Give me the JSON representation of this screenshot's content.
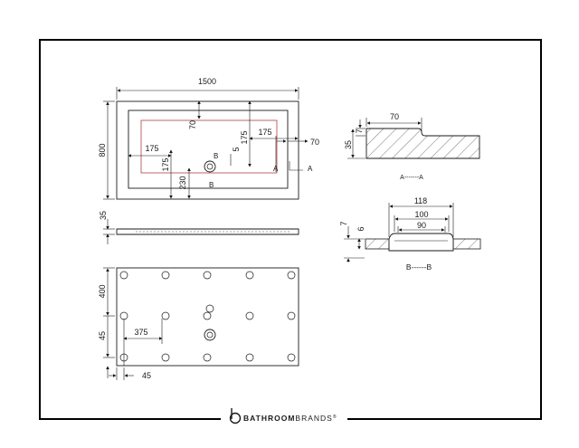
{
  "brand": {
    "name": "BATHROOMBRANDS",
    "bold_part": "BATHROOM",
    "light_part": "BRANDS",
    "mark": "®",
    "logo_letter": "b"
  },
  "plan_view": {
    "overall_length": "1500",
    "overall_width": "800",
    "dim_70_top": "70",
    "dim_175_right_vertical": "175",
    "dim_175_right_horizontal": "175",
    "dim_70_right": "70",
    "dim_175_left_horizontal": "175",
    "dim_175_left_vertical": "175",
    "dim_5": "5",
    "dim_230": "230",
    "section_mark_b_top": "B",
    "section_mark_b_bottom": "B",
    "section_mark_a_inner": "A",
    "section_mark_a_outer": "A"
  },
  "side_view": {
    "thickness": "35"
  },
  "underside_view": {
    "dim_400": "400",
    "dim_375": "375",
    "dim_45_vertical": "45",
    "dim_45_horizontal": "45"
  },
  "section_a": {
    "dim_70": "70",
    "dim_7": "7",
    "dim_35": "35",
    "label": "A-------A"
  },
  "section_b": {
    "dim_118": "118",
    "dim_100": "100",
    "dim_90": "90",
    "dim_7": "7",
    "dim_6": "6",
    "label": "B------B"
  },
  "colors": {
    "line": "#1a1a1a",
    "border": "#000000",
    "waste_red": "#b04040",
    "hatch": "#555555"
  }
}
